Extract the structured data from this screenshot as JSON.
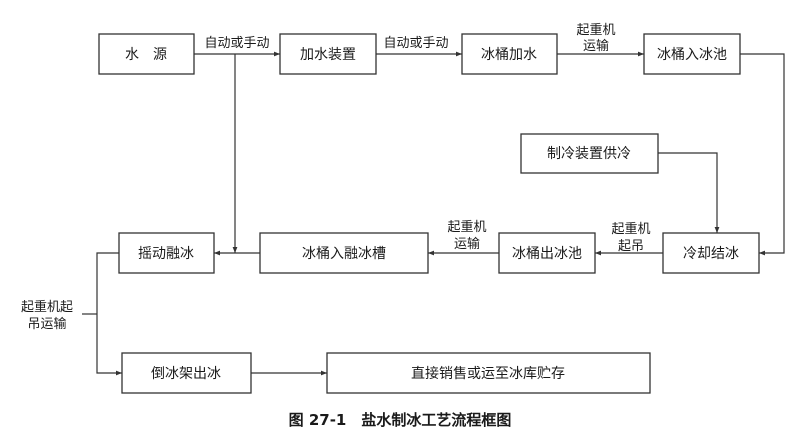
{
  "boxes": {
    "water_source": "水　源",
    "water_adding_device": "加水装置",
    "bucket_filling": "冰桶加水",
    "bucket_into_pool": "冰桶入冰池",
    "refrigeration_supply": "制冷装置供冷",
    "freezing": "冷却结冰",
    "bucket_out_pool": "冰桶出冰池",
    "bucket_into_melt_tank": "冰桶入融冰槽",
    "shake_melt": "摇动融冰",
    "dump_ice": "倒冰架出冰",
    "sale_or_storage": "直接销售或运至冰库贮存"
  },
  "labels": {
    "auto_manual_1": "自动或手动",
    "auto_manual_2": "自动或手动",
    "crane_transport_1_a": "起重机",
    "crane_transport_1_b": "运输",
    "crane_lift_a": "起重机",
    "crane_lift_b": "起吊",
    "crane_transport_2_a": "起重机",
    "crane_transport_2_b": "运输",
    "crane_lift_transport_a": "起重机起",
    "crane_lift_transport_b": "吊运输"
  },
  "caption": "图 27-1　盐水制冰工艺流程框图"
}
